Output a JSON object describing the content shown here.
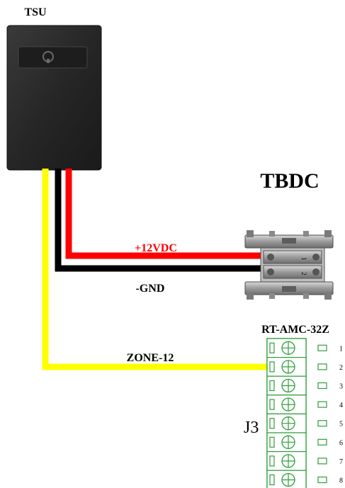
{
  "labels": {
    "tsu": "TSU",
    "tbdc": "TBDC",
    "plus12vdc": "+12VDC",
    "gnd": "-GND",
    "rt_amc": "RT-AMC-32Z",
    "zone12": "ZONE-12",
    "j3": "J3"
  },
  "tbdc_terminals": [
    "1",
    "2"
  ],
  "j3_terminals": [
    "1",
    "2",
    "3",
    "4",
    "5",
    "6",
    "7",
    "8"
  ],
  "colors": {
    "wire_red": "#ff0000",
    "wire_black": "#000000",
    "wire_yellow": "#ffff00",
    "label_red": "#ff0000",
    "terminal_green": "#2e9e3a",
    "device_body": "#2b2b2b",
    "tbdc_metal": "#8a8a8a"
  },
  "icons": [
    "tsu-device-icon",
    "tbdc-terminal-block-icon",
    "screw-terminal-icon"
  ]
}
